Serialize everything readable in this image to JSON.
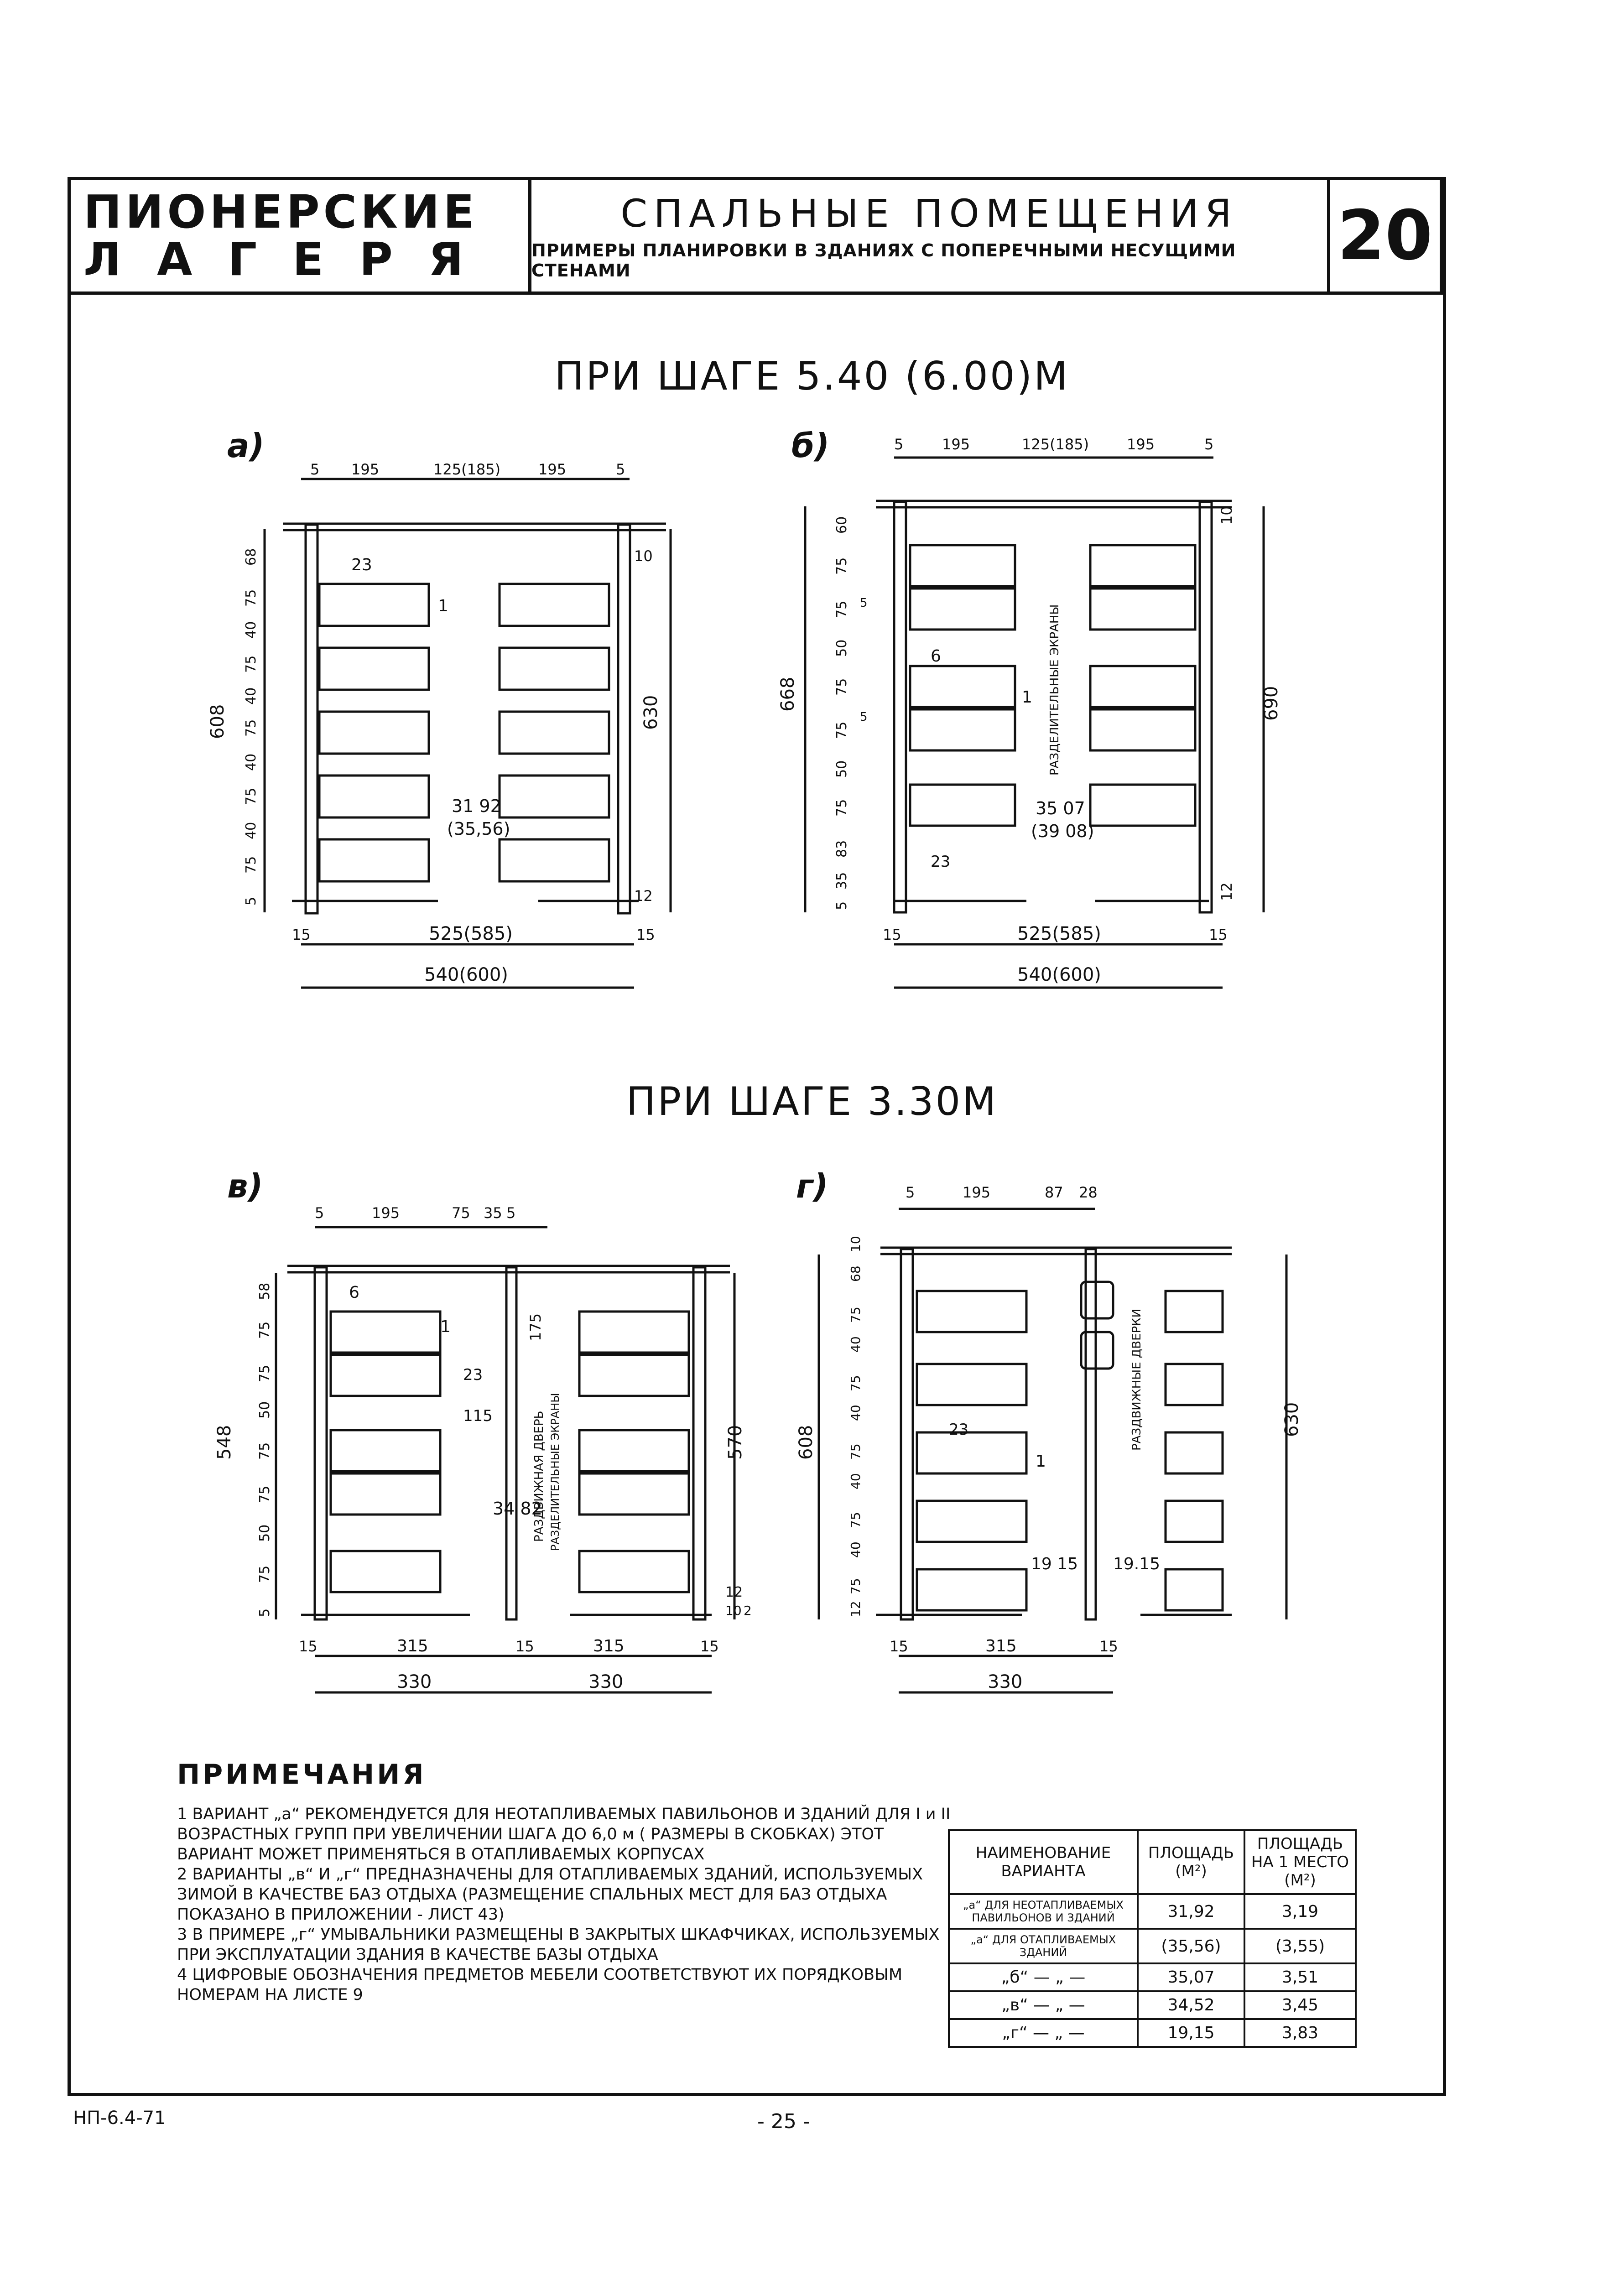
{
  "header": {
    "left_line1": "ПИОНЕРСКИЕ",
    "left_line2": "ЛАГЕРЯ",
    "title": "СПАЛЬНЫЕ ПОМЕЩЕНИЯ",
    "subtitle": "ПРИМЕРЫ ПЛАНИРОВКИ В ЗДАНИЯХ С ПОПЕРЕЧНЫМИ НЕСУЩИМИ СТЕНАМИ",
    "sheet_number": "20"
  },
  "sections": [
    {
      "title": "ПРИ ШАГЕ 5.40 (6.00)М"
    },
    {
      "title": "ПРИ ШАГЕ 3.30М"
    }
  ],
  "plans": {
    "a": {
      "label": "а)",
      "top_dims": [
        "5",
        "195",
        "125(185)",
        "195",
        "5"
      ],
      "left_dims": [
        "68",
        "75",
        "40",
        "75",
        "40",
        "75",
        "40",
        "75",
        "40",
        "75",
        "5"
      ],
      "left_total": "608",
      "right_total": "630",
      "area": "31 92",
      "area_alt": "(35,56)",
      "item_23": "23",
      "item_1": "1",
      "right_small": "10",
      "right_bottom": "12",
      "bottom_dims": [
        "15",
        "525(585)",
        "15"
      ],
      "bottom_total": "540(600)"
    },
    "b": {
      "label": "б)",
      "top_dims": [
        "5",
        "195",
        "125(185)",
        "195",
        "5"
      ],
      "left_dims": [
        "60",
        "75",
        "75",
        "50",
        "75",
        "75",
        "50",
        "75",
        "83",
        "35",
        "5"
      ],
      "left_small": [
        "5",
        "5"
      ],
      "left_total": "668",
      "right_total": "690",
      "screens": "РАЗДЕЛИТЕЛЬНЫЕ ЭКРАНЫ",
      "area": "35 07",
      "area_alt": "(39 08)",
      "item_6": "6",
      "item_1": "1",
      "item_23": "23",
      "right_small": "10",
      "right_bottom": "12",
      "bottom_dims": [
        "15",
        "525(585)",
        "15"
      ],
      "bottom_total": "540(600)"
    },
    "v": {
      "label": "в)",
      "top_dims": [
        "5",
        "195",
        "75",
        "35",
        "5"
      ],
      "left_dims": [
        "58",
        "75",
        "75",
        "50",
        "75",
        "75",
        "50",
        "75",
        "5"
      ],
      "left_total": "548",
      "right_total": "570",
      "item_6": "6",
      "item_1": "1",
      "item_23": "23",
      "dim_175": "175",
      "dim_115": "115",
      "door": "РАЗДВИЖНАЯ ДВЕРЬ",
      "screens": "РАЗДЕЛИТЕЛЬНЫЕ ЭКРАНЫ",
      "area": "34 82",
      "right_small": [
        "12",
        "10",
        "2"
      ],
      "bottom_dims": [
        "15",
        "315",
        "15",
        "315",
        "15"
      ],
      "bottom_totals": [
        "330",
        "330"
      ]
    },
    "g": {
      "label": "г)",
      "top_dims": [
        "5",
        "195",
        "87",
        "28"
      ],
      "left_dims": [
        "10",
        "68",
        "75",
        "40",
        "75",
        "40",
        "75",
        "40",
        "75",
        "40",
        "75",
        "12"
      ],
      "left_total": "608",
      "right_total": "630",
      "item_23": "23",
      "item_1": "1",
      "doors": "РАЗДВИЖНЫЕ ДВЕРКИ",
      "area_l": "19 15",
      "area_r": "19.15",
      "bottom_dims": [
        "15",
        "315",
        "15"
      ],
      "bottom_total": "330"
    }
  },
  "notes": {
    "title": "ПРИМЕЧАНИЯ",
    "items": [
      "1 ВАРИАНТ „а“ РЕКОМЕНДУЕТСЯ ДЛЯ НЕОТАПЛИВАЕМЫХ ПАВИЛЬОНОВ И ЗДАНИЙ ДЛЯ I и II ВОЗРАСТНЫХ ГРУПП ПРИ УВЕЛИЧЕНИИ ШАГА ДО 6,0 м ( РАЗМЕРЫ В СКОБКАХ) ЭТОТ ВАРИАНТ МОЖЕТ ПРИМЕНЯТЬСЯ В ОТАПЛИВАЕМЫХ КОРПУСАХ",
      "2 ВАРИАНТЫ „в“ И „г“ ПРЕДНАЗНАЧЕНЫ ДЛЯ ОТАПЛИВАЕМЫХ ЗДАНИЙ, ИСПОЛЬЗУЕМЫХ ЗИМОЙ В КАЧЕСТВЕ БАЗ ОТДЫХА (РАЗМЕЩЕНИЕ СПАЛЬНЫХ МЕСТ ДЛЯ БАЗ ОТДЫХА ПОКАЗАНО В ПРИЛОЖЕНИИ - ЛИСТ 43)",
      "3 В ПРИМЕРЕ „г“ УМЫВАЛЬНИКИ РАЗМЕЩЕНЫ В ЗАКРЫТЫХ ШКАФЧИКАХ, ИСПОЛЬЗУЕМЫХ ПРИ ЭКСПЛУАТАЦИИ ЗДАНИЯ В КАЧЕСТВЕ БАЗЫ ОТДЫХА",
      "4 ЦИФРОВЫЕ ОБОЗНАЧЕНИЯ ПРЕДМЕТОВ МЕБЕЛИ СООТВЕТСТВУЮТ ИХ ПОРЯДКОВЫМ НОМЕРАМ НА ЛИСТЕ 9"
    ]
  },
  "table": {
    "headers": [
      "НАИМЕНОВАНИЕ ВАРИАНТА",
      "ПЛОЩАДЬ (М²)",
      "ПЛОЩАДЬ НА 1 МЕСТО (М²)"
    ],
    "rows": [
      [
        "„а“ ДЛЯ НЕОТАПЛИВАЕМЫХ ПАВИЛЬОНОВ И ЗДАНИЙ",
        "31,92",
        "3,19"
      ],
      [
        "„а“ ДЛЯ ОТАПЛИВАЕМЫХ ЗДАНИЙ",
        "(35,56)",
        "(3,55)"
      ],
      [
        "„б“ — „ —",
        "35,07",
        "3,51"
      ],
      [
        "„в“ — „ —",
        "34,52",
        "3,45"
      ],
      [
        "„г“ — „ —",
        "19,15",
        "3,83"
      ]
    ]
  },
  "footer": {
    "code": "НП-6.4-71",
    "page": "- 25 -"
  }
}
